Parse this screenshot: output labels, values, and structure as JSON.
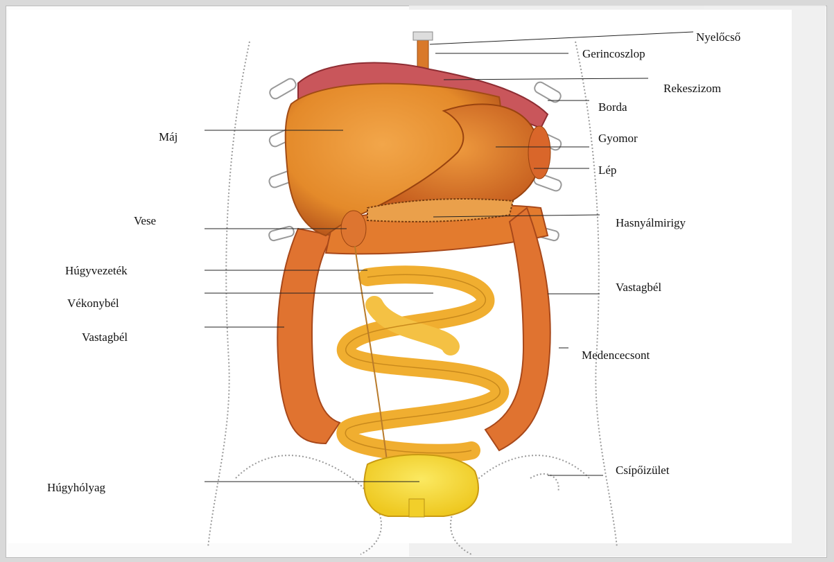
{
  "labels": {
    "nyelocso": "Nyelőcső",
    "gerincoszlop": "Gerincoszlop",
    "rekeszizom": "Rekeszizom",
    "borda": "Borda",
    "gyomor": "Gyomor",
    "lep": "Lép",
    "hasnyalmirigy": "Hasnyálmirigy",
    "vastagbel_right": "Vastagbél",
    "medencecsont": "Medencecsont",
    "csipoizulet": "Csípőizület",
    "maj": "Máj",
    "vese": "Vese",
    "hugyvezetek": "Húgyvezeték",
    "vekonybel": "Vékonybél",
    "vastagbel_left": "Vastagbél",
    "hugyholyag": "Húgyhólyag"
  },
  "colors": {
    "diaphragm": "#c9565b",
    "liver": "#e48a2a",
    "stomach": "#e17a27",
    "colon": "#e07330",
    "small_intestine": "#f2b531",
    "bladder": "#f5dc2a",
    "bone": "#9a9a9a"
  }
}
